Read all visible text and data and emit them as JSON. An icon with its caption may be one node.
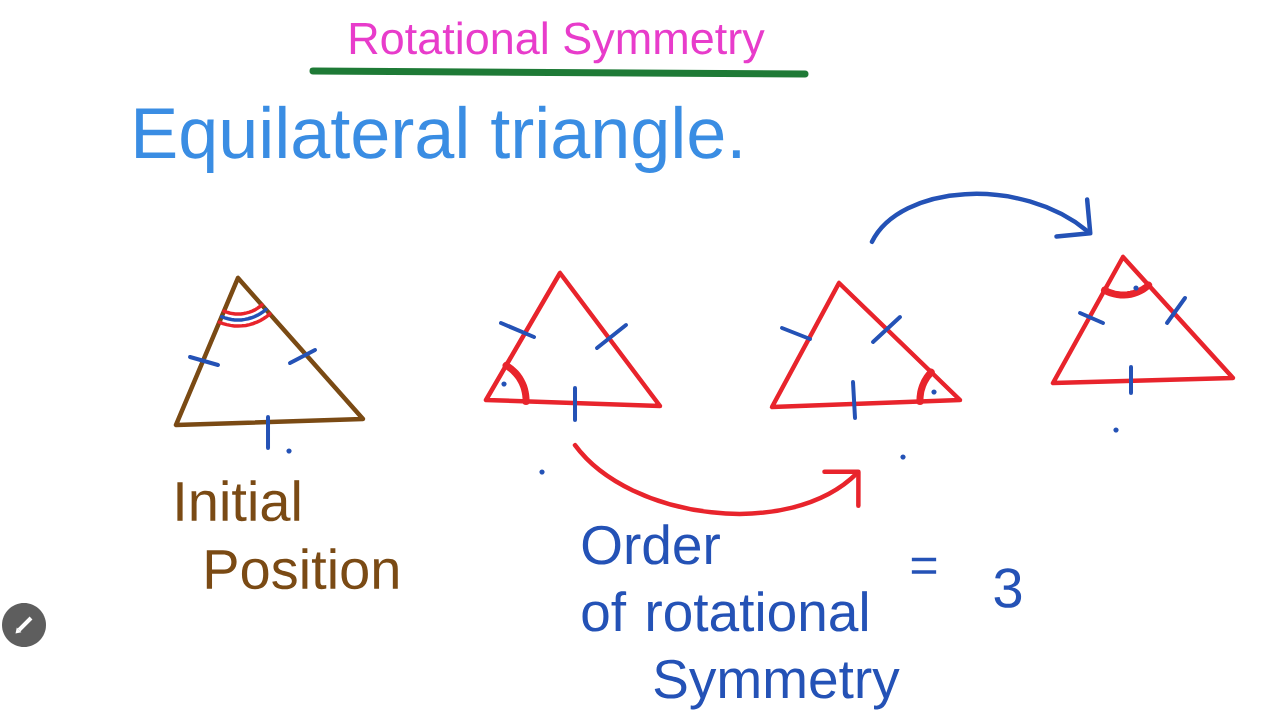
{
  "diagram": {
    "title": "Rotational Symmetry",
    "nodes": [
      {
        "text": [],
        "shape": "triangle",
        "beside": [
          "Initial Position"
        ]
      },
      {
        "text": [],
        "shape": "triangle"
      },
      {
        "text": [],
        "shape": "triangle"
      },
      {
        "text": [],
        "shape": "triangle"
      }
    ],
    "edges": [
      {
        "from": 1,
        "to": 2,
        "arrow": "to",
        "color": "#e8242c"
      },
      {
        "from": 2,
        "to": 3,
        "arrow": "to",
        "color": "#2452b6"
      }
    ],
    "labels": [
      "Equilateral triangle.",
      "Order of rotational Symmetry",
      "=",
      "3"
    ]
  }
}
